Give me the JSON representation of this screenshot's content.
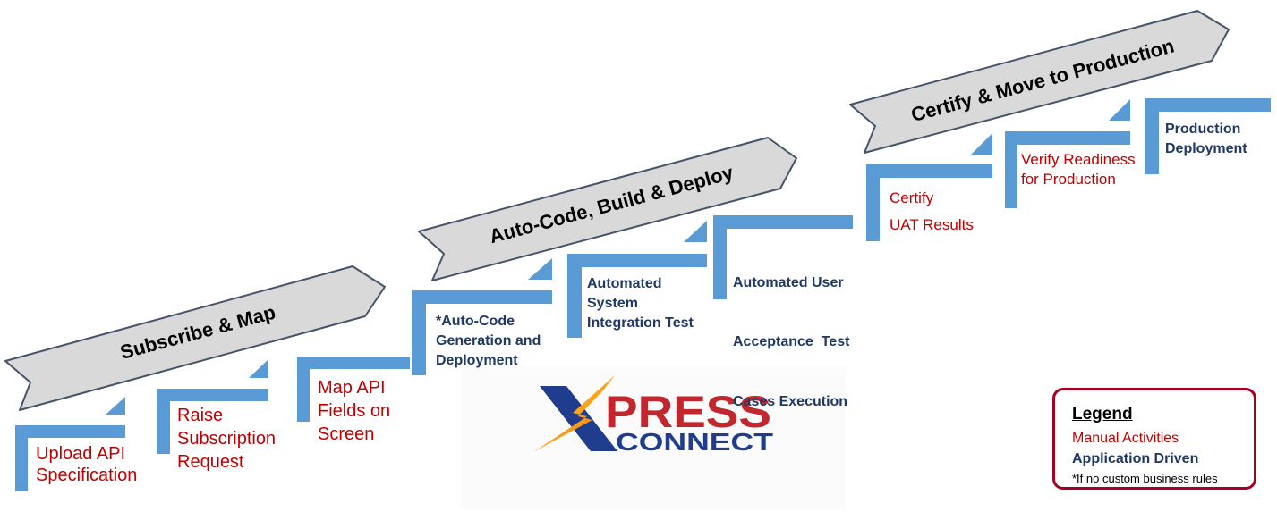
{
  "phases": [
    {
      "label": "Subscribe & Map"
    },
    {
      "label": "Auto-Code, Build & Deploy"
    },
    {
      "label": "Certify & Move to Production"
    }
  ],
  "steps": [
    {
      "kind": "manual",
      "lines": [
        "Upload API",
        "Specification"
      ]
    },
    {
      "kind": "manual",
      "lines": [
        "Raise",
        "Subscription",
        "Request"
      ]
    },
    {
      "kind": "manual",
      "lines": [
        "Map API",
        "Fields on",
        "Screen"
      ]
    },
    {
      "kind": "auto",
      "lines": [
        "*Auto-Code",
        "Generation and",
        "Deployment"
      ]
    },
    {
      "kind": "auto",
      "lines": [
        "Automated",
        "System",
        "Integration Test"
      ]
    },
    {
      "kind": "auto",
      "lines": [
        "Automated User",
        "Acceptance  Test",
        "Cases Execution"
      ]
    },
    {
      "kind": "manual",
      "lines": [
        "Certify",
        "UAT Results"
      ]
    },
    {
      "kind": "manual",
      "lines": [
        "Verify Readiness",
        "for Production"
      ]
    },
    {
      "kind": "auto",
      "lines": [
        "Production",
        "Deployment"
      ]
    }
  ],
  "logo": {
    "top": "PRESS",
    "bottom": "CONNECT"
  },
  "legend": {
    "title": "Legend",
    "manual": "Manual Activities",
    "auto": "Application Driven",
    "note": "*If no custom business rules"
  },
  "colors": {
    "manual": "#c00000",
    "auto": "#1f3864",
    "step_bar": "#5b9bd5",
    "ribbon_fill": "#d9d9d9",
    "ribbon_stroke": "#44546a",
    "legend_border": "#a50021"
  }
}
